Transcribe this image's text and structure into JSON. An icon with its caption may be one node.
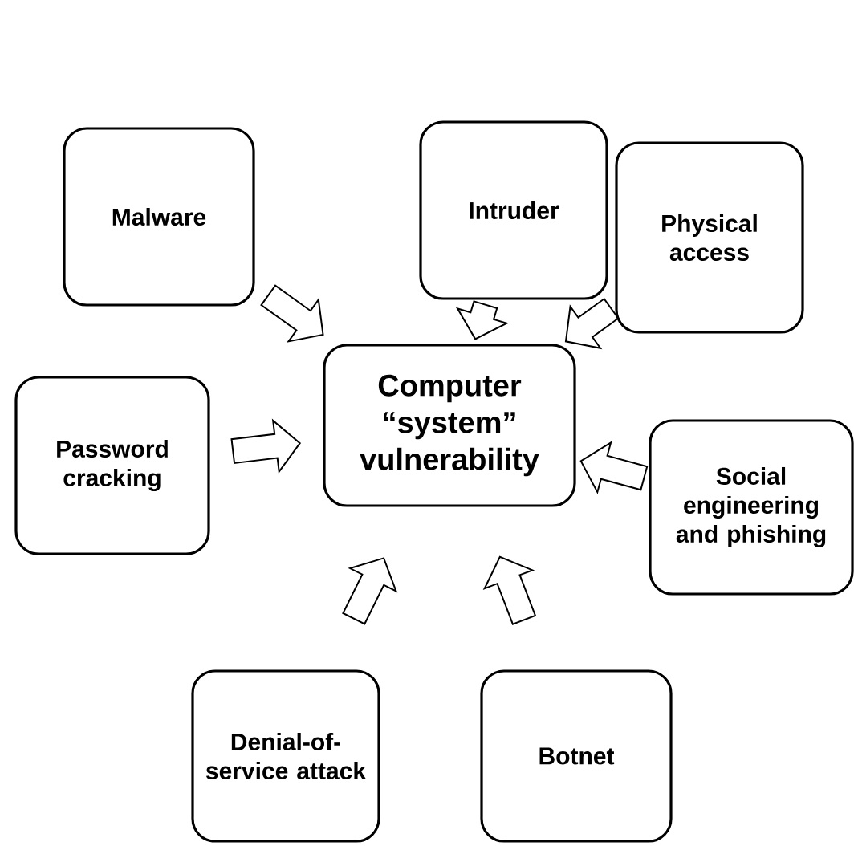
{
  "diagram": {
    "nodes": [
      {
        "text": [
          "Intruder"
        ]
      },
      {
        "text": [
          "Malware"
        ]
      },
      {
        "text": [
          "Physical access"
        ]
      },
      {
        "text": [
          "Password cracking"
        ]
      },
      {
        "text": [
          "Computer “system” vulnerability"
        ]
      },
      {
        "text": [
          "Social engineering and phishing"
        ]
      },
      {
        "text": [
          "Denial-of-service attack"
        ]
      },
      {
        "text": [
          "Botnet"
        ]
      }
    ],
    "edges": [
      {
        "from": 0,
        "to": 4,
        "arrow": "to"
      },
      {
        "from": 1,
        "to": 4,
        "arrow": "to"
      },
      {
        "from": 2,
        "to": 4,
        "arrow": "to"
      },
      {
        "from": 3,
        "to": 4,
        "arrow": "to"
      },
      {
        "from": 5,
        "to": 4,
        "arrow": "to"
      },
      {
        "from": 6,
        "to": 4,
        "arrow": "to"
      },
      {
        "from": 7,
        "to": 4,
        "arrow": "to"
      }
    ]
  }
}
